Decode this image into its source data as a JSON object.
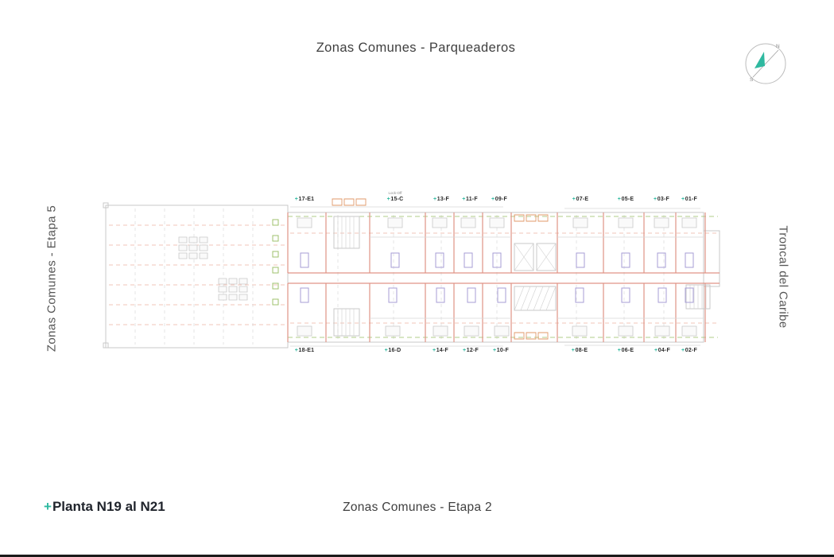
{
  "colors": {
    "accent": "#2fb9a0",
    "title_text": "#3f3f3f",
    "side_text": "#555555",
    "unit_text": "#2b2b2b",
    "wall_line": "#e09486",
    "fixture_line": "#a79ed6",
    "axis_line": "#e4907a",
    "green_line": "#9fc26c",
    "outline_line": "#c9c9c9"
  },
  "header": {
    "title": "Zonas Comunes - Parqueaderos"
  },
  "compass": {
    "north": "N",
    "south": "S"
  },
  "side_labels": {
    "left": "Zonas Comunes - Etapa 5",
    "right": "Troncal del Caribe"
  },
  "footer": {
    "marker": "+",
    "plan_title": "Planta N19 al N21",
    "subtitle": "Zonas Comunes - Etapa 2"
  },
  "plan": {
    "marker": "+",
    "lockoff_note": "Lock-Off",
    "units_top": [
      {
        "label": "17-E1"
      },
      {
        "label": "15-C"
      },
      {
        "label": "13-F"
      },
      {
        "label": "11-F"
      },
      {
        "label": "09-F"
      },
      {
        "label": "07-E"
      },
      {
        "label": "05-E"
      },
      {
        "label": "03-F"
      },
      {
        "label": "01-F"
      }
    ],
    "units_bottom": [
      {
        "label": "18-E1"
      },
      {
        "label": "16-D"
      },
      {
        "label": "14-F"
      },
      {
        "label": "12-F"
      },
      {
        "label": "10-F"
      },
      {
        "label": "08-E"
      },
      {
        "label": "06-E"
      },
      {
        "label": "04-F"
      },
      {
        "label": "02-F"
      }
    ]
  }
}
